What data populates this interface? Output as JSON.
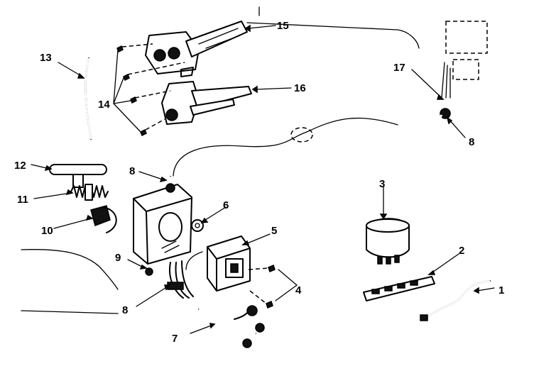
{
  "callouts": {
    "c1": "1",
    "c2": "2",
    "c3": "3",
    "c4": "4",
    "c5": "5",
    "c6": "6",
    "c7": "7",
    "c8a": "8",
    "c8b": "8",
    "c8c": "8",
    "c9": "9",
    "c10": "10",
    "c11": "11",
    "c12": "12",
    "c13": "13",
    "c14": "14",
    "c15": "15",
    "c16": "16",
    "c17": "17"
  },
  "colors": {
    "ink": "#000000",
    "paper": "#ffffff"
  }
}
